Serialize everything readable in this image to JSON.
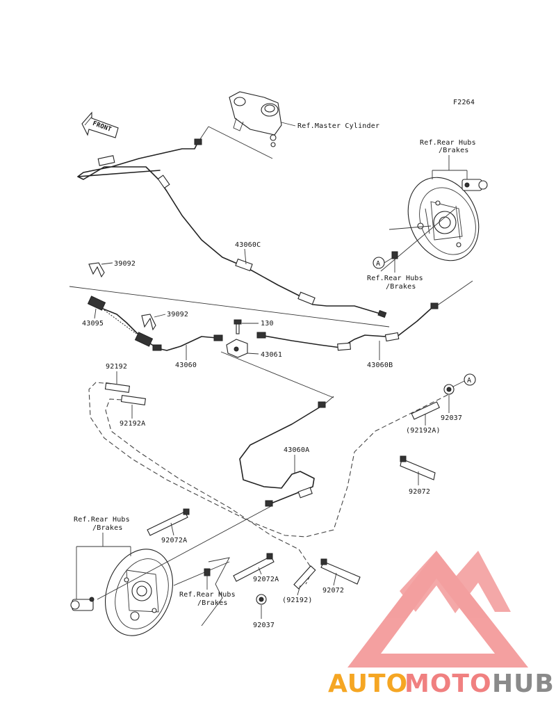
{
  "figure_code": "F2264",
  "front_label": "FRONT",
  "callouts": {
    "ref_master_cylinder": "Ref.Master Cylinder",
    "ref_rear_hubs_top_1": "Ref.Rear Hubs",
    "ref_rear_hubs_top_2": "/Brakes",
    "ref_rear_hubs_mid_1": "Ref.Rear Hubs",
    "ref_rear_hubs_mid_2": "/Brakes",
    "ref_rear_hubs_left_1": "Ref.Rear Hubs",
    "ref_rear_hubs_left_2": "/Brakes",
    "ref_rear_hubs_bottom_1": "Ref.Rear Hubs",
    "ref_rear_hubs_bottom_2": "/Brakes",
    "circle_a_left": "A",
    "circle_a_right": "A"
  },
  "part_numbers": {
    "p43060c": "43060C",
    "p39092_top": "39092",
    "p39092_mid": "39092",
    "p43095": "43095",
    "p130": "130",
    "p43061": "43061",
    "p43060": "43060",
    "p43060b": "43060B",
    "p92192": "92192",
    "p92192a": "92192A",
    "p92192a_paren": "(92192A)",
    "p92037_right": "92037",
    "p43060a": "43060A",
    "p92072_right": "92072",
    "p92072a_left": "92072A",
    "p92072a_mid": "92072A",
    "p92192_paren": "(92192)",
    "p92072_bottom": "92072",
    "p92037_bottom": "92037"
  },
  "watermark": {
    "text_auto": "AUTO",
    "text_moto": "MOTO",
    "text_hub": "HUB",
    "color_auto": "#f5a623",
    "color_moto": "#f08080",
    "color_hub": "#8a8a8a",
    "logo_color": "#f08080"
  }
}
